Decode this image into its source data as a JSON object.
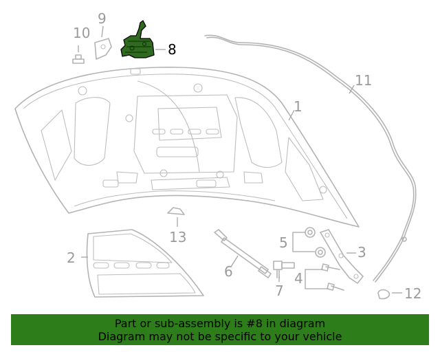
{
  "diagram": {
    "callouts": {
      "c1": "1",
      "c2": "2",
      "c3": "3",
      "c4": "4",
      "c5": "5",
      "c6": "6",
      "c7": "7",
      "c8": "8",
      "c9": "9",
      "c10": "10",
      "c11": "11",
      "c12": "12",
      "c13": "13"
    },
    "colors": {
      "highlight_part": "#2e6b1f",
      "line_art": "#b3b3b3",
      "callout_text": "#9a9a9a",
      "banner": "#2d7d1a"
    }
  },
  "banner": {
    "line1": "Part or sub-assembly is #8 in diagram",
    "line2": "Diagram may not be specific to your vehicle"
  }
}
